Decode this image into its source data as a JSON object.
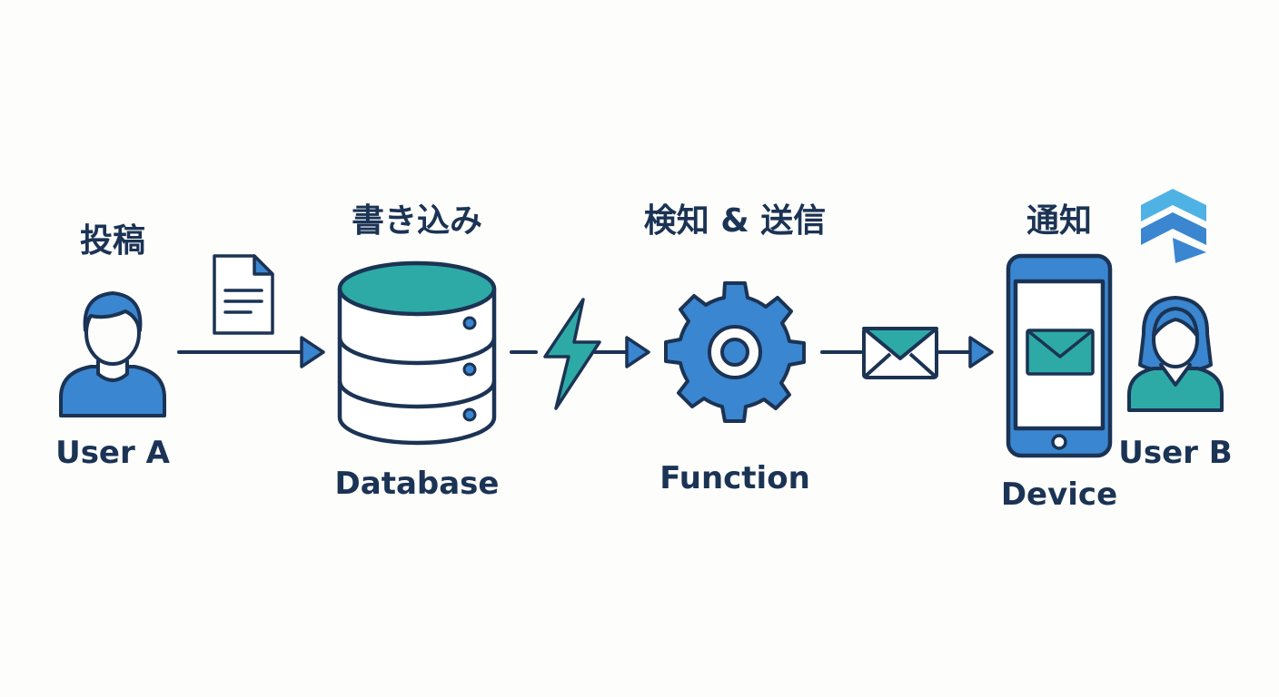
{
  "steps": [
    {
      "id": "post",
      "label_top": "投稿",
      "label_bottom": "User A"
    },
    {
      "id": "write",
      "label_top": "書き込み",
      "label_bottom": "Database"
    },
    {
      "id": "detect",
      "label_top": "検知 & 送信",
      "label_bottom": "Function"
    },
    {
      "id": "notify",
      "label_top": "通知",
      "label_bottom": "Device"
    },
    {
      "id": "receiver",
      "label_top": "",
      "label_bottom": "User B"
    }
  ],
  "colors": {
    "outline": "#1b3354",
    "blue": "#3a86d0",
    "teal": "#2eaaa6",
    "light_blue": "#4fb2e4",
    "background": "#fdfdfc"
  },
  "icons": [
    "user-a-icon",
    "document-icon",
    "database-icon",
    "lightning-icon",
    "gear-icon",
    "envelope-icon",
    "smartphone-icon",
    "user-b-icon",
    "logo-icon"
  ]
}
